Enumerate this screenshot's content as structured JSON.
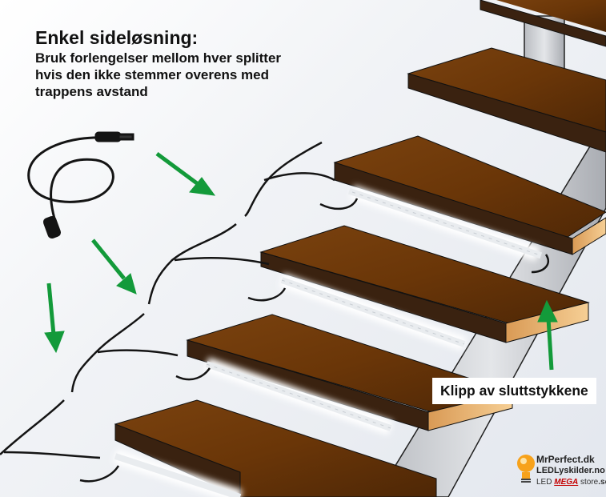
{
  "heading": {
    "title": "Enkel sideløsning:",
    "line1": "Bruk forlengelser mellom hver splitter",
    "line2": "hvis den ikke stemmer overens med",
    "line3": "trappens avstand"
  },
  "callout": {
    "text": "Klipp av sluttstykkene"
  },
  "logo": {
    "line1": "MrPerfect.dk",
    "line2": "LEDLyskilder.no",
    "line3_prefix": "LED ",
    "line3_mega": "MEGA",
    "line3_store": " store",
    "line3_tld": ".se"
  },
  "colors": {
    "arrow": "#139a3a",
    "stair_top": "#6e3a0c",
    "stair_edge": "#f3c58a",
    "stair_side": "#3a2210",
    "steel": "#c9ccd1",
    "cable": "#141414",
    "led_bar": "#e9ecef"
  },
  "diagram": {
    "stairs": 5,
    "led_bars": 4,
    "arrows": [
      "down-right",
      "down-right",
      "down",
      "up"
    ]
  }
}
